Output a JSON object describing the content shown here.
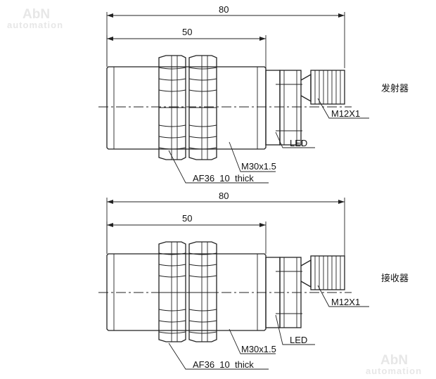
{
  "watermark": {
    "brand": "AbN",
    "sub": "automation"
  },
  "sensors": [
    {
      "role": "发射器",
      "dim_total": "80",
      "dim_thread": "50",
      "connector": "M12X1",
      "led": "LED",
      "thread": "M30x1.5",
      "nut": "AF36  10  thick"
    },
    {
      "role": "接收器",
      "dim_total": "80",
      "dim_thread": "50",
      "connector": "M12X1",
      "led": "LED",
      "thread": "M30x1.5",
      "nut": "AF36  10  thick"
    }
  ]
}
